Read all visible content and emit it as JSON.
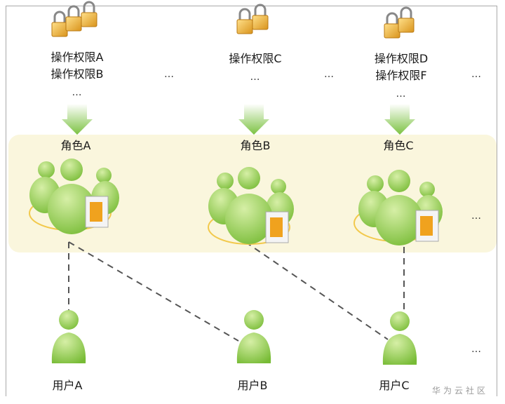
{
  "permissions": [
    {
      "lines": [
        "操作权限A",
        "操作权限B"
      ]
    },
    {
      "lines": [
        "操作权限C"
      ]
    },
    {
      "lines": [
        "操作权限D",
        "操作权限F"
      ]
    }
  ],
  "roles": [
    "角色A",
    "角色B",
    "角色C"
  ],
  "users": [
    "用户A",
    "用户B",
    "用户C"
  ],
  "ellipsis": "…",
  "watermark": "华为云社区",
  "colors": {
    "green": "#8cc63f",
    "green_dark": "#5aa02c",
    "band": "#faf6dd",
    "ring": "#f2c94c",
    "lock": "#e8a722"
  }
}
